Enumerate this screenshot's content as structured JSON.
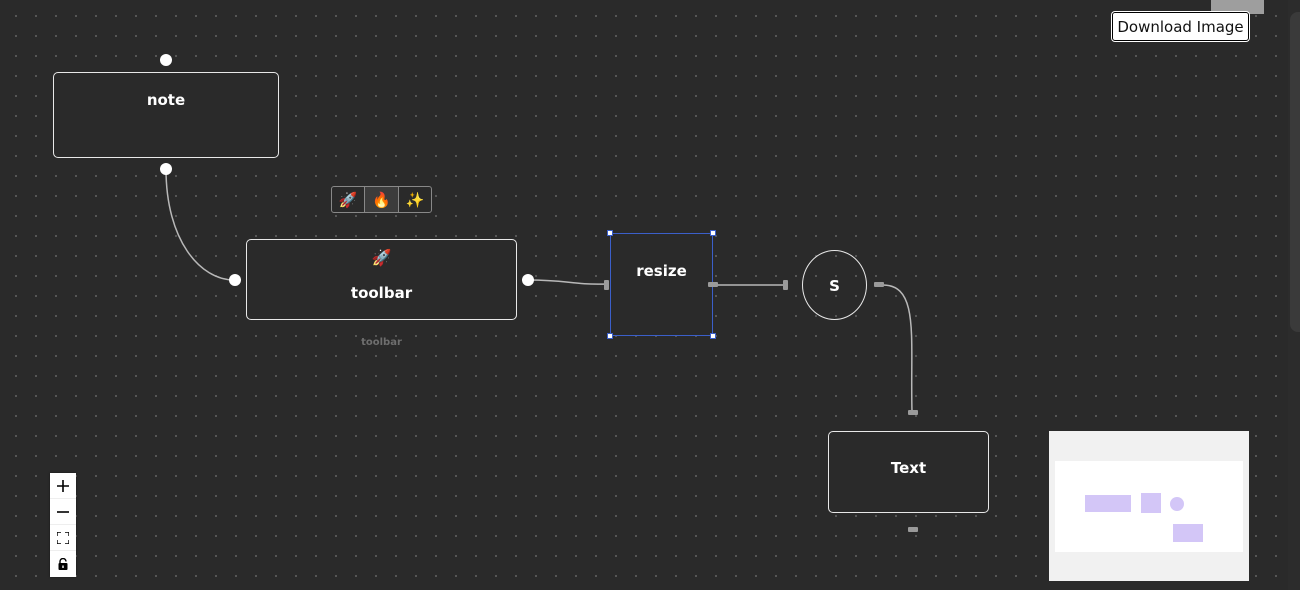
{
  "download_button": {
    "label": "Download Image"
  },
  "nodes": {
    "note": {
      "label": "note"
    },
    "toolbar": {
      "label": "toolbar",
      "icon": "rocket-icon",
      "caption": "toolbar"
    },
    "resize": {
      "label": "resize"
    },
    "circle": {
      "label": "S"
    },
    "text": {
      "label": "Text"
    }
  },
  "node_toolbar": {
    "buttons": [
      {
        "icon": "rocket-icon",
        "glyph": "🚀"
      },
      {
        "icon": "fire-icon",
        "glyph": "🔥",
        "active": true
      },
      {
        "icon": "sparkles-icon",
        "glyph": "✨"
      }
    ]
  },
  "controls": {
    "buttons": [
      "zoom-in-icon",
      "zoom-out-icon",
      "fit-view-icon",
      "lock-icon"
    ]
  },
  "colors": {
    "background": "#2a2a2a",
    "node_border": "#e8e8e8",
    "selection": "#3b5fc9",
    "minimap_node": "#d3c6f7",
    "edge": "#b8b8b8"
  }
}
